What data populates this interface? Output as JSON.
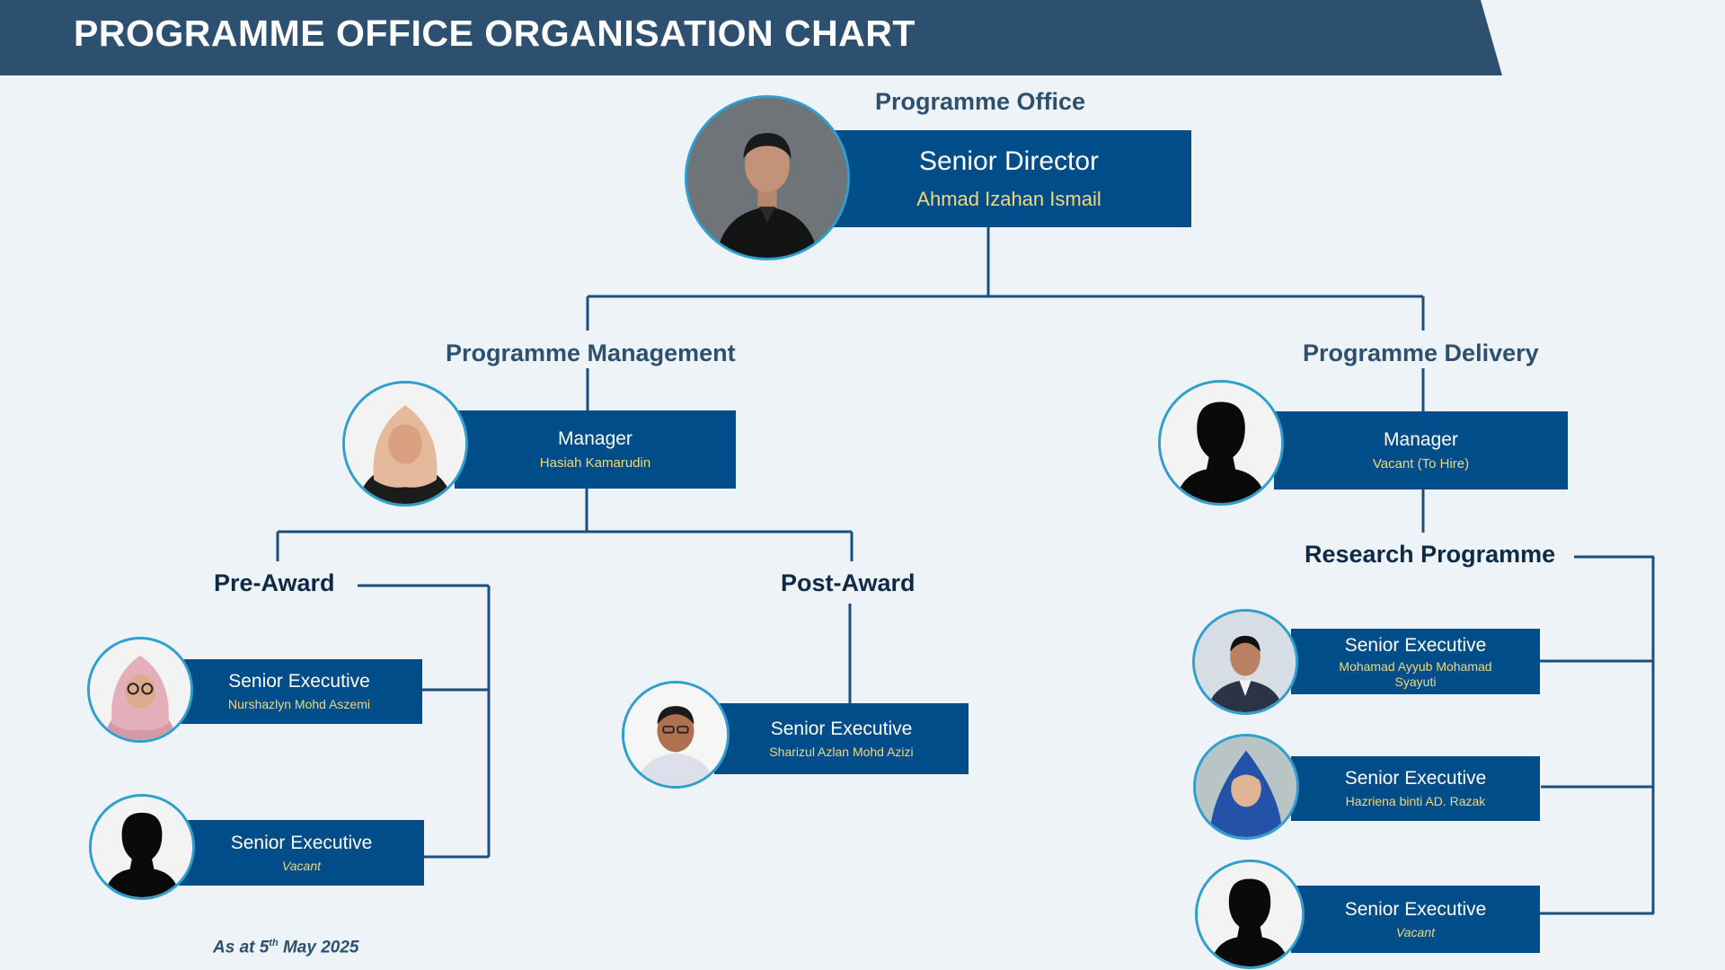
{
  "header": {
    "title": "PROGRAMME OFFICE ORGANISATION CHART"
  },
  "sections": {
    "programme_office": "Programme Office",
    "programme_management": "Programme Management",
    "programme_delivery": "Programme Delivery",
    "pre_award": "Pre-Award",
    "post_award": "Post-Award",
    "research_programme": "Research Programme"
  },
  "people": {
    "senior_director": {
      "role": "Senior Director",
      "name": "Ahmad Izahan Ismail"
    },
    "manager_pm": {
      "role": "Manager",
      "name": "Hasiah Kamarudin"
    },
    "manager_pd": {
      "role": "Manager",
      "name": "Vacant (To Hire)"
    },
    "pre_award_exec_1": {
      "role": "Senior Executive",
      "name": "Nurshazlyn Mohd Aszemi"
    },
    "pre_award_exec_2": {
      "role": "Senior Executive",
      "name": "Vacant"
    },
    "post_award_exec": {
      "role": "Senior Executive",
      "name": "Sharizul Azlan Mohd Azizi"
    },
    "research_exec_1": {
      "role": "Senior Executive",
      "name": "Mohamad Ayyub Mohamad Syayuti"
    },
    "research_exec_2": {
      "role": "Senior Executive",
      "name": "Hazriena binti AD. Razak"
    },
    "research_exec_3": {
      "role": "Senior Executive",
      "name": "Vacant"
    }
  },
  "footer": {
    "prefix": "As at 5",
    "superscript": "th",
    "suffix": " May 2025"
  },
  "colors": {
    "banner": "#2d5070",
    "box": "#004d8a",
    "name_text": "#f2d97b",
    "line": "#1b4f80",
    "avatar_ring": "#2e9fcf",
    "background": "#eef3f8"
  },
  "icons": {
    "silhouette": "person-silhouette-icon",
    "photo": "portrait-photo"
  }
}
